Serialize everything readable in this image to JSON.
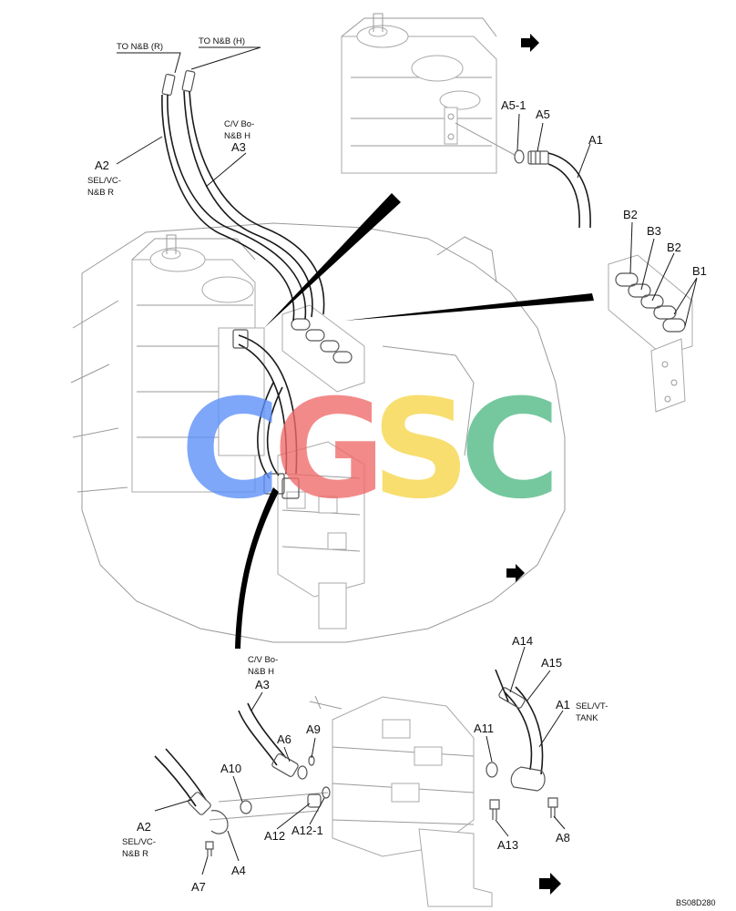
{
  "labels": {
    "to_nb_r": "TO N&B (R)",
    "to_nb_h": "TO N&B (H)",
    "a1_top": "A1",
    "a2_top": "A2",
    "a3_top": "A3",
    "a5": "A5",
    "a5_1": "A5-1",
    "b1": "B1",
    "b2_a": "B2",
    "b2_b": "B2",
    "b3": "B3",
    "a1_bottom": "A1",
    "a2_bottom": "A2",
    "a3_bottom": "A3",
    "a4": "A4",
    "a6": "A6",
    "a7": "A7",
    "a8": "A8",
    "a9": "A9",
    "a10": "A10",
    "a11": "A11",
    "a12": "A12",
    "a12_1": "A12-1",
    "a13": "A13",
    "a14": "A14",
    "a15": "A15"
  },
  "notes": {
    "cv_bo_top_1": "C/V Bo-",
    "cv_bo_top_2": "N&B H",
    "sel_vc_top_1": "SEL/VC-",
    "sel_vc_top_2": "N&B R",
    "cv_bo_bottom_1": "C/V Bo-",
    "cv_bo_bottom_2": "N&B H",
    "sel_vc_bottom_1": "SEL/VC-",
    "sel_vc_bottom_2": "N&B R",
    "sel_vt_1": "SEL/VT-",
    "sel_vt_2": "TANK"
  },
  "drawing_code": "BS08D280",
  "watermark": {
    "letters": [
      "C",
      "G",
      "S",
      "C"
    ],
    "colors": [
      "#5b8ff9",
      "#f06a6a",
      "#f5d547",
      "#4fb884"
    ]
  }
}
